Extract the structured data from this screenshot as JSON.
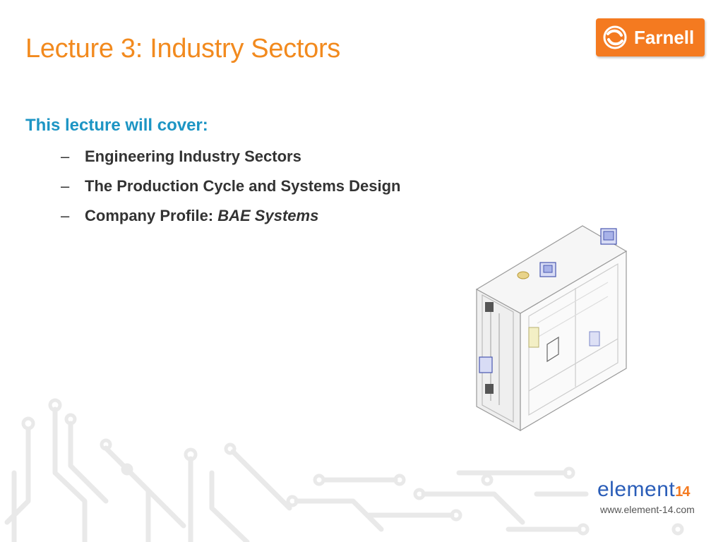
{
  "slide": {
    "title": "Lecture 3: Industry Sectors",
    "subheading": "This lecture will cover:",
    "bullet_marker": "–",
    "bullets": [
      {
        "text": "Engineering Industry Sectors"
      },
      {
        "text": "The Production Cycle and Systems Design"
      },
      {
        "prefix": "Company Profile: ",
        "emphasis": "BAE Systems"
      }
    ]
  },
  "logos": {
    "farnell": {
      "text": "Farnell",
      "color": "#f47a20"
    },
    "element14": {
      "word": "element",
      "number": "14",
      "url": "www.element-14.com",
      "word_color": "#2a5db8",
      "number_color": "#f47a20"
    }
  },
  "colors": {
    "title": "#f28a1e",
    "subheading": "#1d95c4",
    "body_text": "#333333"
  },
  "images": {
    "device": "isometric-enclosure-illustration",
    "background": "circuit-trace-pattern"
  }
}
